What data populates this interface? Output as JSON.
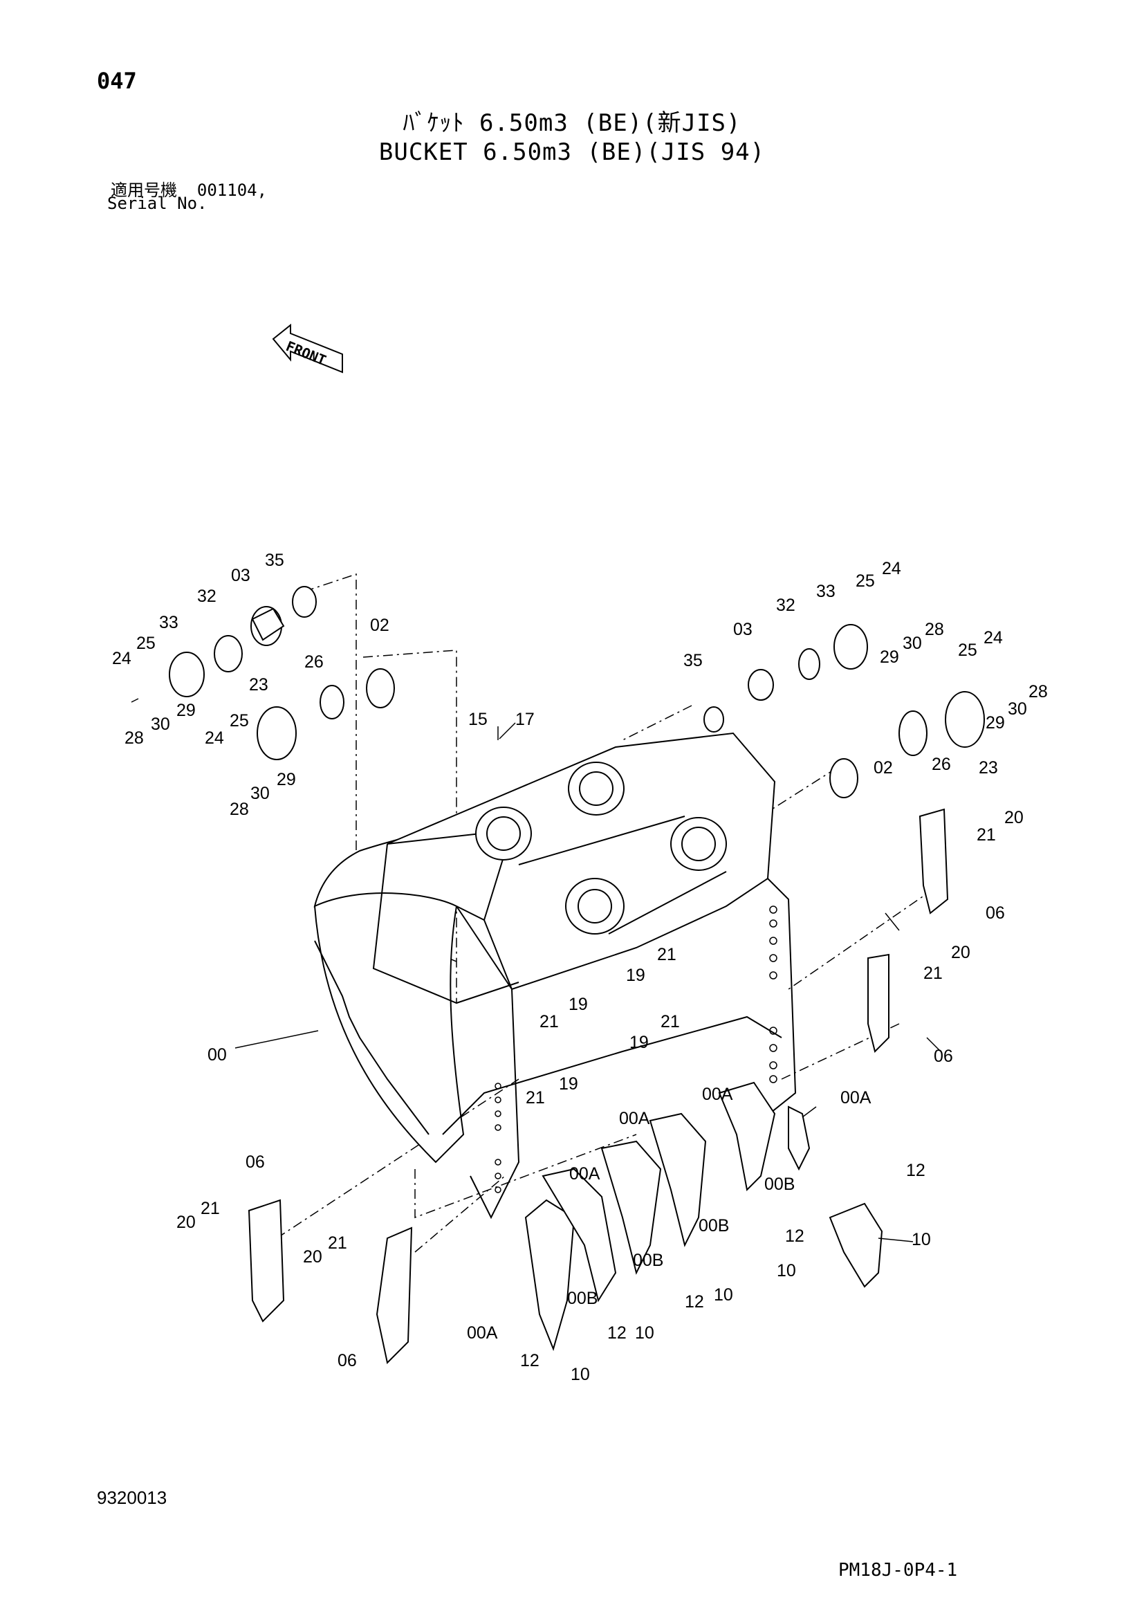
{
  "header": {
    "page_number": "047",
    "title_jp": "ﾊﾞｹｯﾄ 6.50m3 (BE)(新JIS)",
    "title_en": "BUCKET 6.50m3 (BE)(JIS 94)",
    "serial_label_jp": "適用号機",
    "serial_value": "001104,",
    "serial_label_en": "Serial No."
  },
  "front_arrow": {
    "label": "FRONT"
  },
  "callouts": {
    "c35a": "35",
    "c03a": "03",
    "c32a": "32",
    "c33a": "33",
    "c25a": "25",
    "c24a": "24",
    "c29a": "29",
    "c30a": "30",
    "c28a": "28",
    "c23a": "23",
    "c25b": "25",
    "c24b": "24",
    "c29b": "29",
    "c30b": "30",
    "c28b": "28",
    "c26a": "26",
    "c02a": "02",
    "c15": "15",
    "c17": "17",
    "c32b": "32",
    "c33b": "33",
    "c25c": "25",
    "c24c": "24",
    "c28c": "28",
    "c30c": "30",
    "c29c": "29",
    "c03b": "03",
    "c35b": "35",
    "c25d": "25",
    "c24d": "24",
    "c28d": "28",
    "c30d": "30",
    "c29d": "29",
    "c23b": "23",
    "c26b": "26",
    "c02b": "02",
    "c20a": "20",
    "c21a": "21",
    "c06a": "06",
    "c20b": "20",
    "c21b": "21",
    "c06b": "06",
    "c21c": "21",
    "c19a": "19",
    "c21d": "21",
    "c19b": "19",
    "c21e": "21",
    "c19c": "19",
    "c21f": "21",
    "c19d": "19",
    "c00": "00",
    "c00Aa": "00A",
    "c00Ab": "00A",
    "c00Ac": "00A",
    "c00Ad": "00A",
    "c00Ba": "00B",
    "c00Bb": "00B",
    "c00Bc": "00B",
    "c00Bd": "00B",
    "c12a": "12",
    "c12b": "12",
    "c12c": "12",
    "c12d": "12",
    "c12e": "12",
    "c10a": "10",
    "c10b": "10",
    "c10c": "10",
    "c10d": "10",
    "c10e": "10",
    "c06c": "06",
    "c20c": "20",
    "c21g": "21",
    "c06d": "06",
    "c20d": "20",
    "c21h": "21"
  },
  "footer": {
    "doc_number": "9320013",
    "page_code": "PM18J-0P4-1"
  }
}
